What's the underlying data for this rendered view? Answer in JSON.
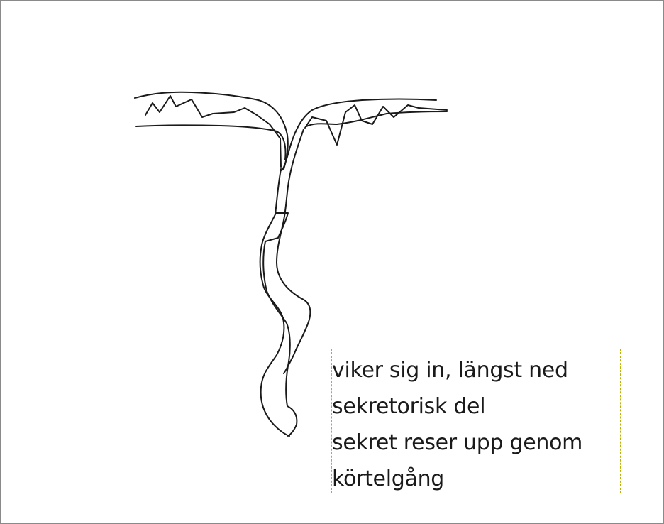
{
  "canvas": {
    "background": "#ffffff",
    "border_color": "#8a8a8a"
  },
  "drawing": {
    "icon": "gland-duct-sketch-icon"
  },
  "text_box": {
    "border_color": "#b9b300",
    "lines": [
      "viker sig in, längst ned",
      "sekretorisk del",
      "sekret reser upp genom",
      "körtelgång"
    ]
  }
}
